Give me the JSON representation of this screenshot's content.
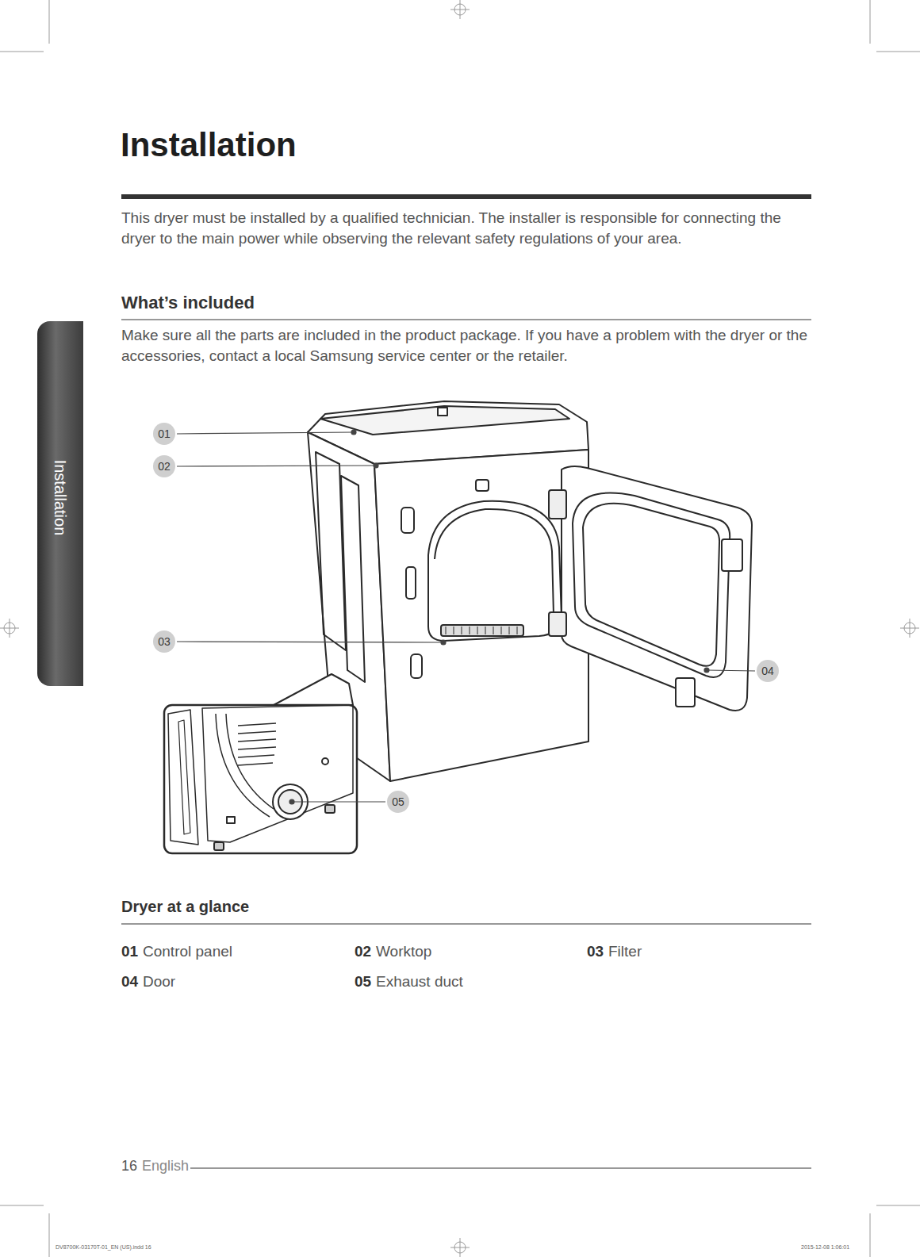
{
  "diagram": {
    "title": "Installation",
    "nodes": [
      {
        "text": [
          "Installation"
        ]
      },
      {
        "text": [
          "01"
        ]
      },
      {
        "text": [
          "02"
        ]
      },
      {
        "text": [
          "03"
        ]
      },
      {
        "text": [
          "04"
        ]
      },
      {
        "text": [
          "05"
        ]
      }
    ],
    "labels": [
      "This dryer must be installed by a qualified technician. The installer is responsible for connecting the dryer to the main power while observing the relevant safety regulations of your area.",
      "What’s included",
      "Make sure all the parts are included in the product package. If you have a problem with the dryer or the accessories, contact a local Samsung service center or the retailer.",
      "Dryer at a glance",
      "01",
      "Control panel",
      "02",
      "Worktop",
      "03",
      "Filter",
      "04",
      "Door",
      "05",
      "Exhaust duct",
      "16",
      "English",
      "DV8700K-03170T-01_EN (US).indd 16",
      "2015-12-08 1:06:01"
    ]
  }
}
